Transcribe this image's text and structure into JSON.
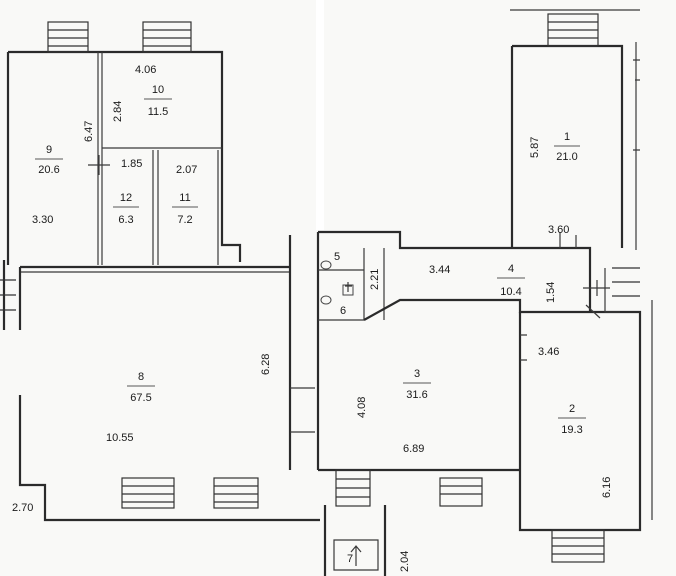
{
  "rooms": [
    {
      "id": "room-1",
      "number": "1",
      "area": "21.0"
    },
    {
      "id": "room-2",
      "number": "2",
      "area": "19.3"
    },
    {
      "id": "room-3",
      "number": "3",
      "area": "31.6"
    },
    {
      "id": "room-4",
      "number": "4",
      "area": "10.4"
    },
    {
      "id": "room-5",
      "number": "5",
      "area": ""
    },
    {
      "id": "room-6",
      "number": "6",
      "area": ""
    },
    {
      "id": "room-7",
      "number": "7",
      "area": ""
    },
    {
      "id": "room-8",
      "number": "8",
      "area": "67.5"
    },
    {
      "id": "room-9",
      "number": "9",
      "area": "20.6"
    },
    {
      "id": "room-10",
      "number": "10",
      "area": "11.5"
    },
    {
      "id": "room-11",
      "number": "11",
      "area": "7.2"
    },
    {
      "id": "room-12",
      "number": "12",
      "area": "6.3"
    }
  ],
  "dimensions": {
    "d_4_06": "4.06",
    "d_2_84": "2.84",
    "d_6_47": "6.47",
    "d_1_85": "1.85",
    "d_2_07": "2.07",
    "d_3_30": "3.30",
    "d_6_28": "6.28",
    "d_10_55": "10.55",
    "d_2_70": "2.70",
    "d_5_87": "5.87",
    "d_3_60": "3.60",
    "d_3_44": "3.44",
    "d_2_21": "2.21",
    "d_1_54": "1.54",
    "d_3_46": "3.46",
    "d_4_08": "4.08",
    "d_6_89": "6.89",
    "d_6_16": "6.16",
    "d_2_04": "2.04"
  }
}
